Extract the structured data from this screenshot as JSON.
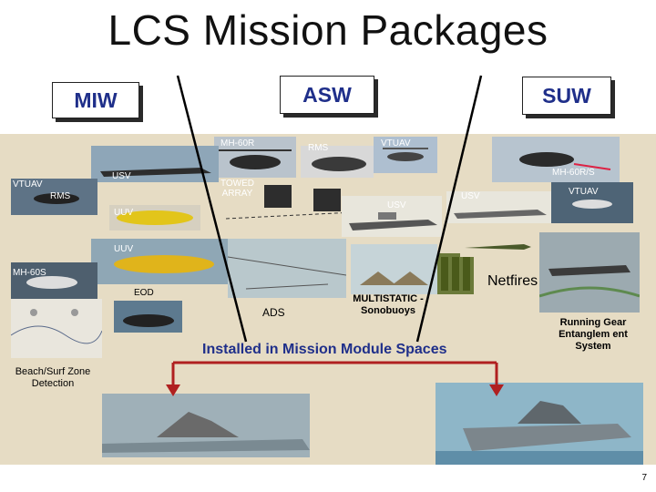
{
  "title": "LCS Mission Packages",
  "missions": {
    "miw": "MIW",
    "asw": "ASW",
    "suw": "SUW"
  },
  "labels": {
    "mh60r_asw": "MH-60R",
    "rms_asw": "RMS",
    "vtuav_asw": "VTUAV",
    "usv_miw": "USV",
    "vtuav_miw": "VTUAV",
    "rms_miw": "RMS",
    "uuv_miw": "UUV",
    "towed_array": "TOWED ARRAY",
    "usv_asw": "USV",
    "usv_suw": "USV",
    "mh60rs_suw": "MH-60R/S",
    "vtuav_suw": "VTUAV",
    "uuv_asw": "UUV",
    "mh60s_miw": "MH-60S",
    "eod": "EOD",
    "ads": "ADS",
    "multistatic": "MULTISTATIC - Sonobuoys",
    "netfires": "Netfires",
    "running_gear": "Running Gear Entanglem ent System",
    "beach_surf": "Beach/Surf Zone Detection"
  },
  "installed": "Installed in Mission Module Spaces",
  "page_number": "7",
  "colors": {
    "accent": "#1f2f8a",
    "panel": "#e6dcc4",
    "arrow": "#b02020"
  }
}
